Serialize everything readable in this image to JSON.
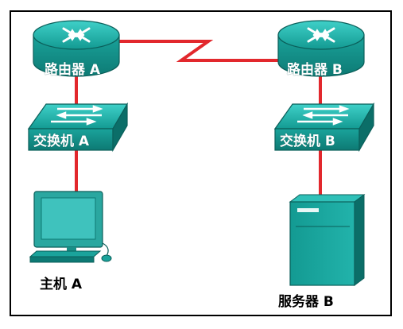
{
  "router_a": {
    "label": "路由器 A"
  },
  "router_b": {
    "label": "路由器 B"
  },
  "switch_a": {
    "label": "交换机 A"
  },
  "switch_b": {
    "label": "交换机 B"
  },
  "host_a": {
    "label": "主机 A"
  },
  "server_b": {
    "label": "服务器 B"
  },
  "colors": {
    "device_teal": "#1aa39b",
    "device_dark": "#0b6e68",
    "link_red": "#e2282d",
    "screen": "#3fc2bd",
    "frame": "#000000"
  }
}
